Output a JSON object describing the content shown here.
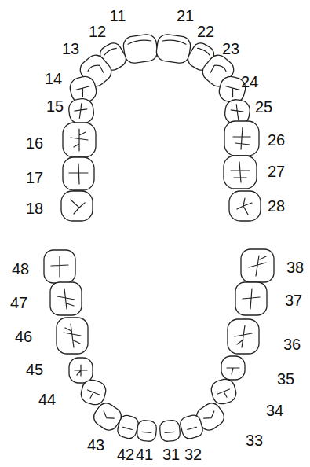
{
  "diagram": {
    "labels": [
      "11",
      "21",
      "12",
      "22",
      "13",
      "23",
      "14",
      "24",
      "15",
      "25",
      "16",
      "26",
      "17",
      "27",
      "18",
      "28",
      "48",
      "38",
      "47",
      "37",
      "46",
      "36",
      "45",
      "35",
      "44",
      "34",
      "43",
      "33",
      "42",
      "41",
      "31",
      "32"
    ]
  }
}
